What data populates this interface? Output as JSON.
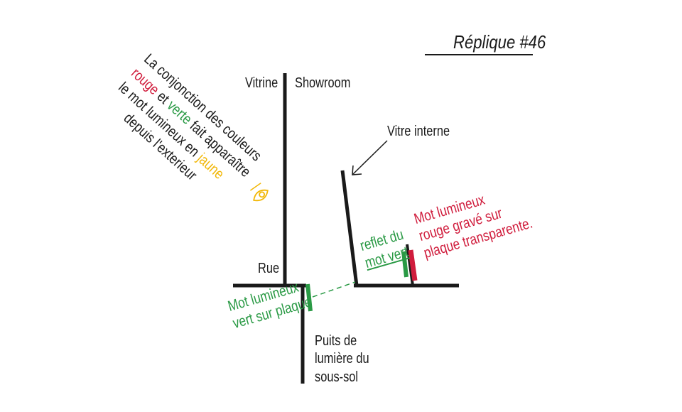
{
  "title": "Réplique #46",
  "colors": {
    "ink": "#1a1a1a",
    "green": "#2a9a45",
    "red": "#d01c3c",
    "yellow": "#f2b705"
  },
  "labels": {
    "vitrine": "Vitrine",
    "showroom": "Showroom",
    "rue": "Rue",
    "vitre_interne": "Vitre interne",
    "puits": [
      "Puits de",
      "lumière du",
      "sous-sol"
    ],
    "reflet": [
      "reflet du",
      "mot vert"
    ],
    "mot_vert": [
      "Mot lumineux",
      "vert sur plaque"
    ],
    "mot_rouge": [
      "Mot lumineux",
      "rouge gravé sur",
      "plaque transparente."
    ]
  },
  "note": {
    "line1": "La conjonction des couleurs",
    "line2_red": "rouge",
    "line2_mid": " et ",
    "line2_green": "verte",
    "line2_end": " fait apparaître",
    "line3_start": "le mot lumineux en ",
    "line3_yellow": "jaune",
    "line4": "depuis l'exterieur"
  },
  "icons": {
    "eye": "eye-icon"
  }
}
